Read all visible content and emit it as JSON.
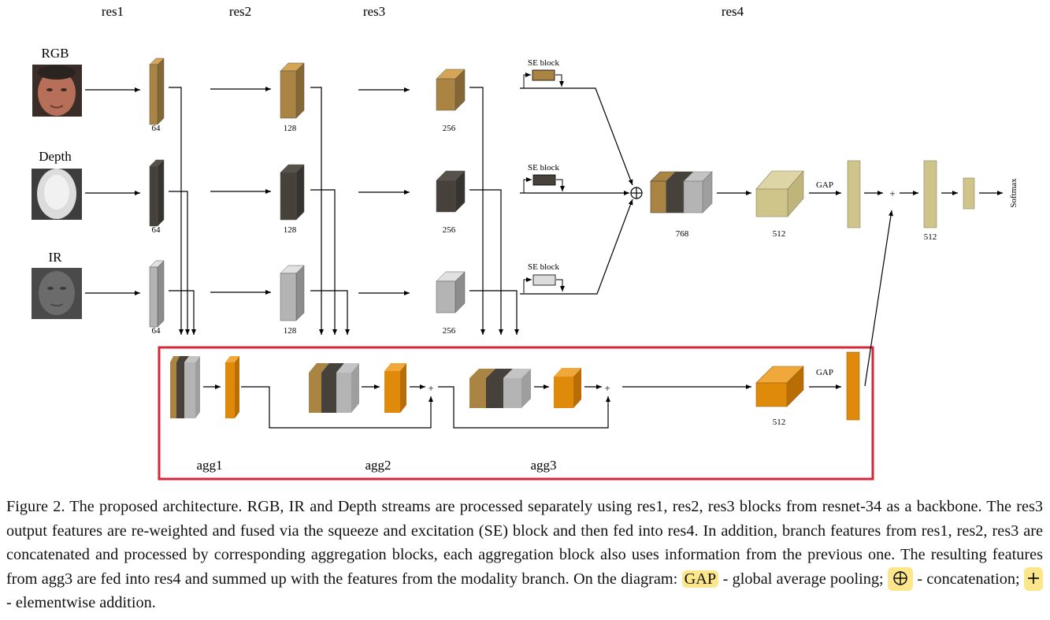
{
  "stage_labels": {
    "res1": "res1",
    "res2": "res2",
    "res3": "res3",
    "res4": "res4"
  },
  "inputs": {
    "rgb": "RGB",
    "depth": "Depth",
    "ir": "IR"
  },
  "channels": {
    "rgb": [
      "64",
      "128",
      "256"
    ],
    "depth": [
      "64",
      "128",
      "256"
    ],
    "ir": [
      "64",
      "128",
      "256"
    ]
  },
  "se_label": "SE block",
  "fused_channels": "768",
  "res4_channels": "512",
  "vector_channels": "512",
  "agg_res4_channels": "512",
  "gap_label": "GAP",
  "softmax_label": "Softmax",
  "plus_symbol": "+",
  "agg_labels": [
    "agg1",
    "agg2",
    "agg3"
  ],
  "colors": {
    "rgb": "#a98443",
    "depth": "#46423b",
    "ir": "#b4b4b4",
    "agg": "#e08a0b",
    "res4": "#cfc48a",
    "highlight_box": "#d6263a",
    "gap_highlight": "#fbe68c"
  },
  "caption": {
    "main": "Figure 2. The proposed architecture. RGB, IR and Depth streams are processed separately using res1, res2, res3 blocks from resnet-34 as a backbone. The res3 output features are re-weighted and fused via the squeeze and excitation (SE) block and then fed into res4. In addition, branch features from res1, res2, res3 are concatenated and processed by corresponding aggregation blocks, each aggregation block also uses information from the previous one. The resulting features from agg3 are fed into res4 and summed up with the features from the modality branch. On the diagram:",
    "gap": "GAP",
    "gap_desc": "- global average pooling;",
    "concat_desc": "- concatenation;",
    "plus_desc": "- elementwise addition."
  }
}
